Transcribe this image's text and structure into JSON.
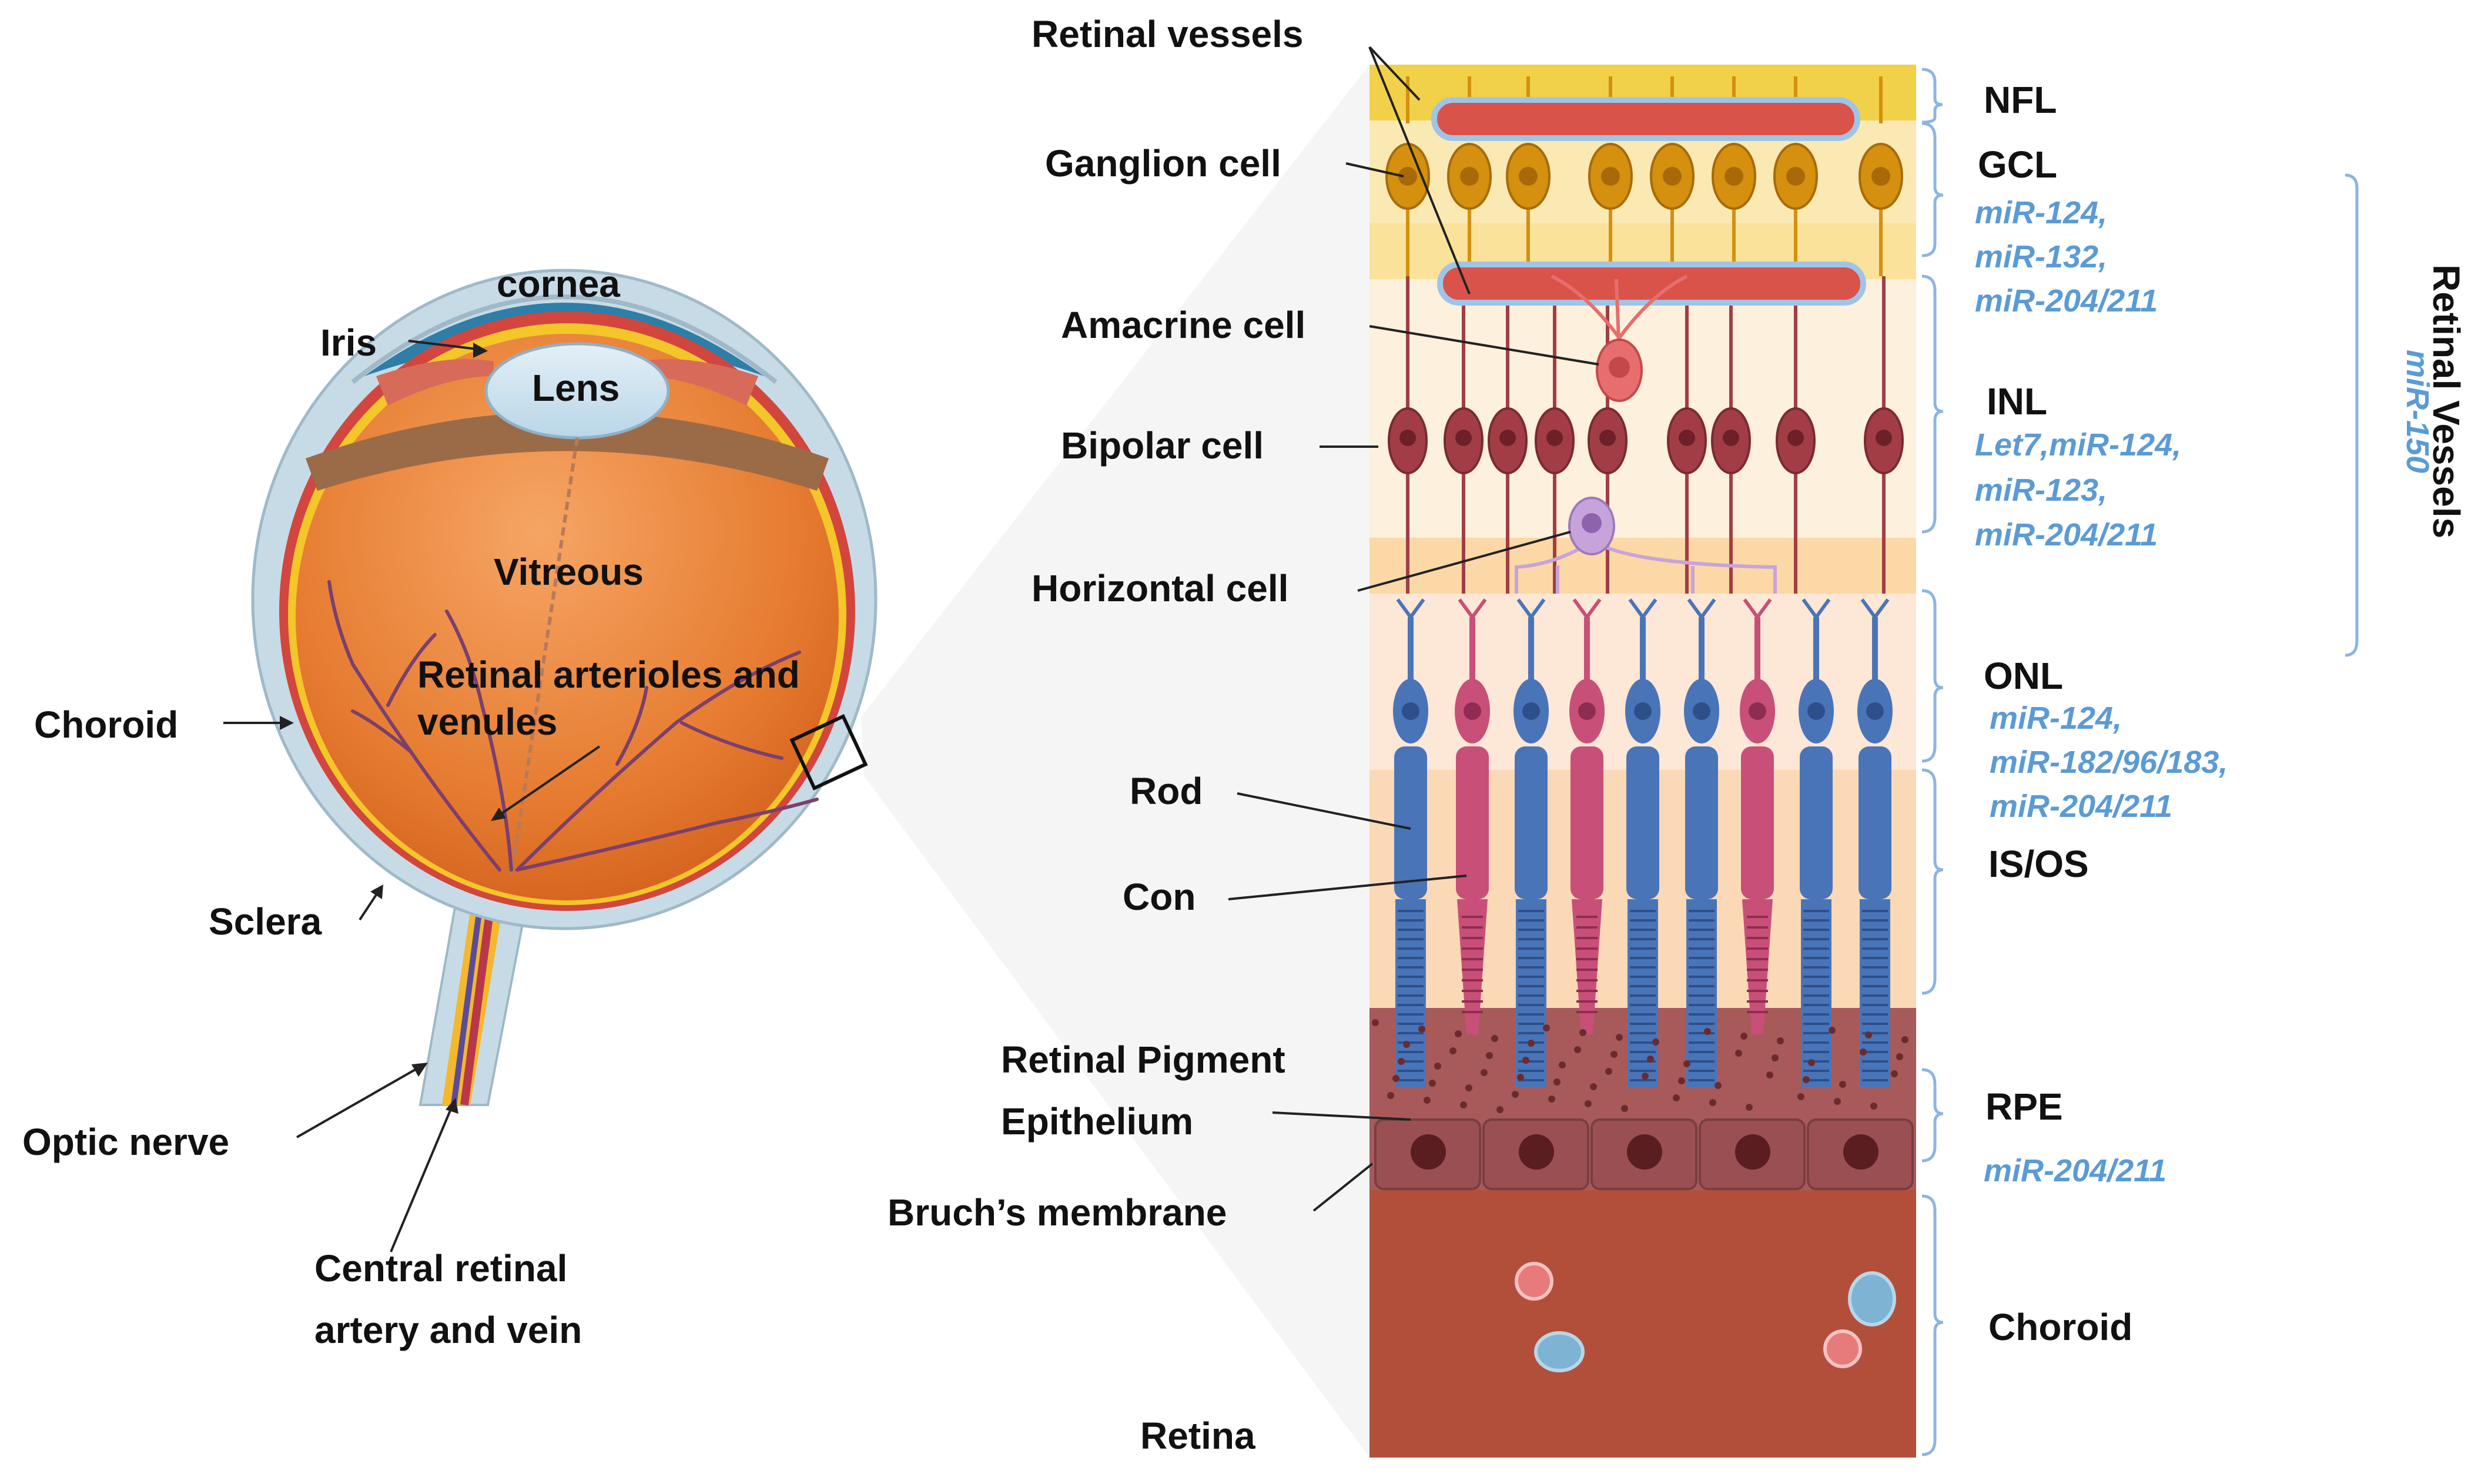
{
  "eye_labels": {
    "cornea": "cornea",
    "iris": "Iris",
    "lens": "Lens",
    "vitreous": "Vitreous",
    "retinal_arterioles_line1": "Retinal arterioles and",
    "retinal_arterioles_line2": "venules",
    "choroid": "Choroid",
    "sclera": "Sclera",
    "optic_nerve": "Optic nerve",
    "central_line1": "Central retinal",
    "central_line2": "artery and vein"
  },
  "cell_labels": {
    "retinal_vessels": "Retinal vessels",
    "ganglion_cell": "Ganglion cell",
    "amacrine_cell": "Amacrine cell",
    "bipolar_cell": "Bipolar cell",
    "horizontal_cell": "Horizontal cell",
    "rod": "Rod",
    "cone": "Con",
    "rpe_line1": "Retinal Pigment",
    "rpe_line2": "Epithelium",
    "bruchs_membrane": "Bruch’s membrane",
    "retina": "Retina"
  },
  "layers": {
    "nfl": "NFL",
    "gcl": "GCL",
    "inl": "INL",
    "onl": "ONL",
    "isos": "IS/OS",
    "rpe": "RPE",
    "choroid": "Choroid"
  },
  "mirnas": {
    "gcl_1": "miR-124,",
    "gcl_2": "miR-132,",
    "gcl_3": "miR-204/211",
    "inl_1": "Let7,miR-124,",
    "inl_2": "miR-123,",
    "inl_3": "miR-204/211",
    "onl_1": "miR-124,",
    "onl_2": "miR-182/96/183,",
    "onl_3": "miR-204/211",
    "rpe_1": "miR-204/211",
    "vessels": "miR-150"
  },
  "side_title": "Retinal Vessels",
  "colors": {
    "nfl": "#f1d14a",
    "ganglion": "#d4900e",
    "vessel": "#d9534a",
    "vessel_outline": "#9ec5e8",
    "amacrine": "#e66e6e",
    "bipolar": "#a23d45",
    "horizontal": "#c7a3dc",
    "rod": "#4a74b8",
    "cone": "#c84f78",
    "rpe": "#a85a5a",
    "choroid": "#b24f3a",
    "eye_body": "#e8823a",
    "sclera": "#c7dbe6",
    "label_blue": "#5b9bd5"
  }
}
